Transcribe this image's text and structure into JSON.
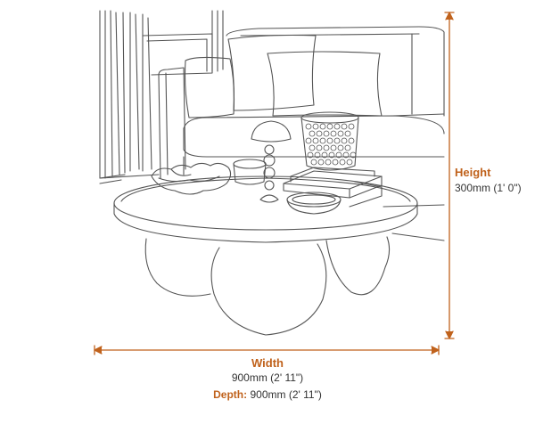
{
  "colors": {
    "accent": "#c0621c",
    "line": "#555555",
    "text": "#333333",
    "background": "#ffffff"
  },
  "dimensions": {
    "height": {
      "label": "Height",
      "value": "300mm (1' 0\")"
    },
    "width": {
      "label": "Width",
      "value": "900mm (2' 11\")"
    },
    "depth": {
      "label": "Depth:",
      "value": "900mm (2' 11\")"
    }
  }
}
